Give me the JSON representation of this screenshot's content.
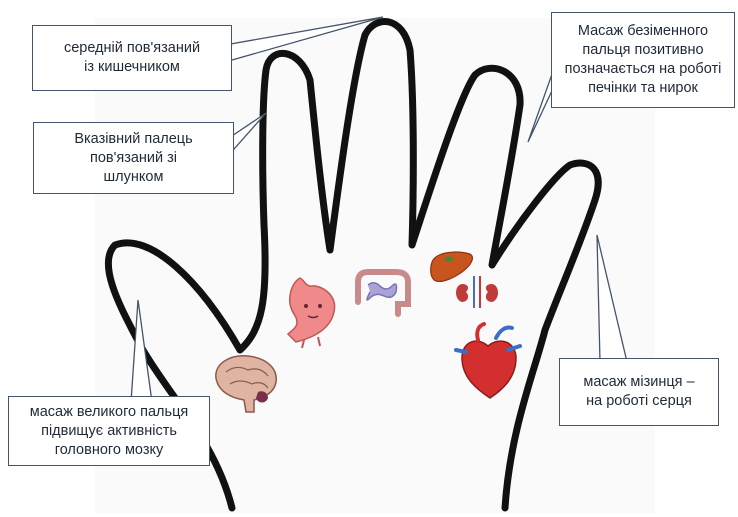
{
  "diagram": {
    "callouts": {
      "middle": [
        "середній пов'язаний",
        "із кишечником"
      ],
      "index": [
        "Вказівний палець",
        "пов'язаний зі",
        "шлунком"
      ],
      "ring": [
        "Масаж безіменного",
        "пальця позитивно",
        "позначається на роботі",
        "печінки та нирок"
      ],
      "thumb": [
        "масаж великого пальця",
        "підвищує активність",
        "головного мозку"
      ],
      "little": [
        "масаж мізинця –",
        "на роботі серця"
      ]
    },
    "icons": [
      "stomach-icon",
      "intestines-icon",
      "liver-icon",
      "kidneys-icon",
      "heart-icon",
      "brain-icon"
    ],
    "colors": {
      "hand_outline": "#111111",
      "callout_border": "#44546a",
      "callout_text": "#1f2a38"
    }
  }
}
